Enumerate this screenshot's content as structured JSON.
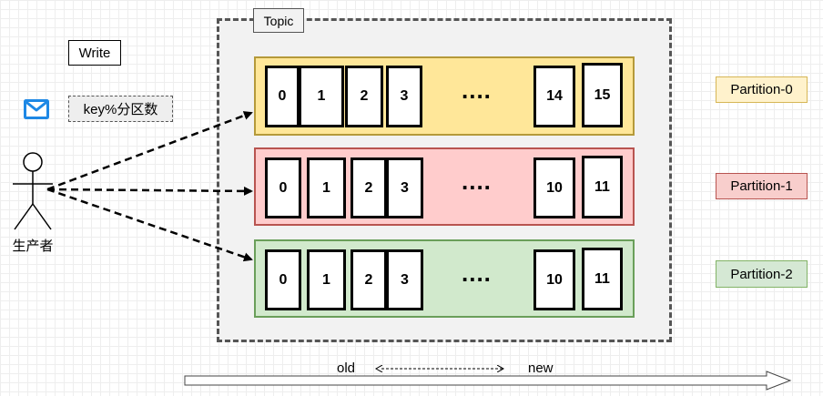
{
  "legend": {
    "write_label": "Write",
    "key_label": "key%分区数",
    "mail_icon": "envelope-icon",
    "producer_label": "生产者"
  },
  "topic": {
    "label": "Topic"
  },
  "partitions": [
    {
      "name": "Partition-0",
      "cells_left": [
        "0",
        "1",
        "2",
        "3"
      ],
      "ellipsis": "....",
      "cells_right": [
        "14",
        "15"
      ],
      "fill": "#ffe799"
    },
    {
      "name": "Partition-1",
      "cells_left": [
        "0",
        "1",
        "2",
        "3"
      ],
      "ellipsis": "....",
      "cells_right": [
        "10",
        "11"
      ],
      "fill": "#ffcccc"
    },
    {
      "name": "Partition-2",
      "cells_left": [
        "0",
        "1",
        "2",
        "3"
      ],
      "ellipsis": "....",
      "cells_right": [
        "10",
        "11"
      ],
      "fill": "#d1e9cc"
    }
  ],
  "timeline": {
    "old_label": "old",
    "new_label": "new"
  }
}
